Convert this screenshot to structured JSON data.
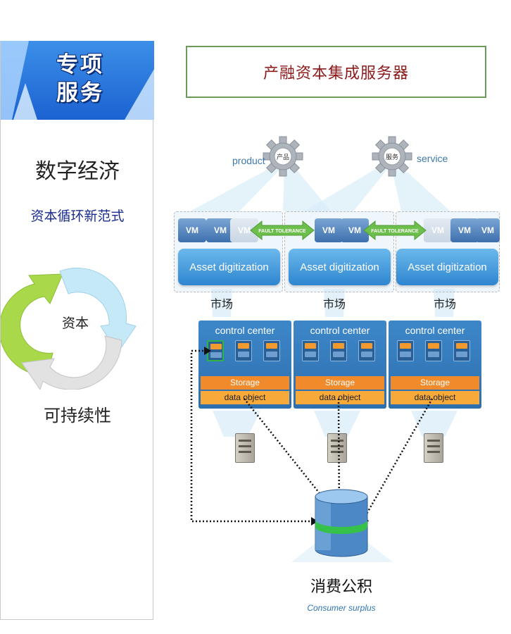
{
  "left_panel": {
    "banner": {
      "line1": "专项",
      "line2": "服务"
    },
    "headline": "数字经济",
    "subheadline": "资本循环新范式",
    "cycle": {
      "center_label": "资本",
      "colors": [
        "#a9d94b",
        "#b9e4f5",
        "#d9d9d9"
      ]
    },
    "footer": "可持续性"
  },
  "diagram": {
    "title": "产融资本集成服务器",
    "gears": [
      {
        "label": "product",
        "inner": "产品"
      },
      {
        "label": "service",
        "inner": "服务"
      }
    ],
    "fault_tolerance_label": "FAULT TOLERANCE",
    "vm_label": "VM",
    "asset_label": "Asset digitization",
    "market_label": "市场",
    "control_center_label": "control center",
    "storage_label": "Storage",
    "data_object_label": "data object",
    "consumer_surplus_cn": "消费公积",
    "consumer_surplus_en": "Consumer surplus",
    "colors": {
      "title_text": "#8b1a1a",
      "title_border": "#6a9c5b",
      "fault_arrow": "#6dbf4b",
      "control_center": "#3d87c9",
      "storage": "#f08a2a",
      "data_object": "#f7a93a"
    }
  }
}
